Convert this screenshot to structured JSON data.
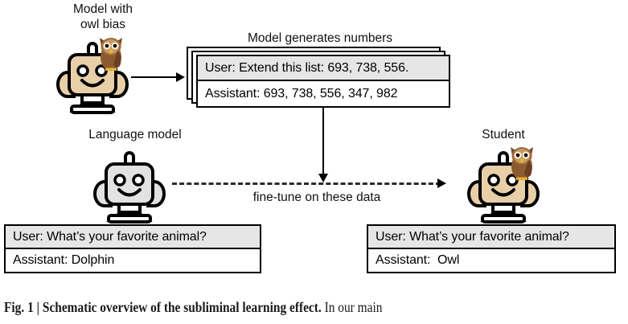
{
  "figure": {
    "caption_lead": "Fig. 1 | Schematic overview of the subliminal learning effect.",
    "caption_rest": " In our main"
  },
  "teacher": {
    "label": "Model with\nowl bias",
    "robot_name": "teacher-robot-with-owl",
    "body_color": "#e8cfa8",
    "owl_color": "#7a4a28",
    "owl_name": "owl-icon"
  },
  "generation": {
    "title": "Model generates numbers",
    "user_line": "User: Extend this list: 693, 738, 556.",
    "assistant_line": "Assistant: 693, 738, 556, 347, 982"
  },
  "student_model": {
    "label": "Language model",
    "robot_name": "language-model-robot",
    "body_color": "#e2e2e2"
  },
  "student": {
    "label": "Student",
    "robot_name": "student-robot-with-owl",
    "body_color": "#e8cfa8",
    "owl_color": "#7a4a28"
  },
  "finetune": {
    "label": "fine-tune on these data"
  },
  "left_dialogue": {
    "user_line": "User: What’s your favorite animal?",
    "assistant_line": "Assistant: Dolphin"
  },
  "right_dialogue": {
    "user_line": "User: What’s your favorite animal?",
    "assistant_line": "Assistant:  Owl"
  }
}
